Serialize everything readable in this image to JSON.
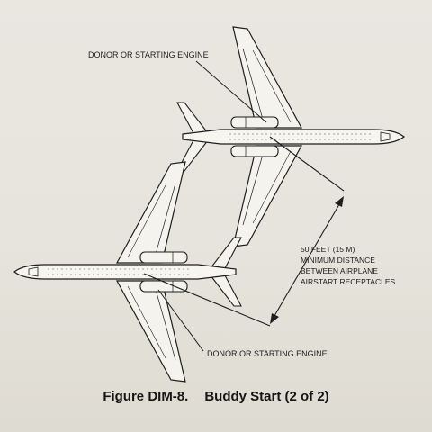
{
  "figure": {
    "number": "Figure DIM-8.",
    "title": "Buddy Start (2 of 2)"
  },
  "labels": {
    "donor_top": "DONOR OR STARTING ENGINE",
    "donor_bottom": "DONOR OR STARTING ENGINE",
    "distance_lines": [
      "50 FEET (15 M)",
      "MINIMUM DISTANCE",
      "BETWEEN AIRPLANE",
      "AIRSTART RECEPTACLES"
    ]
  },
  "colors": {
    "paper": "#e7e5dd",
    "ink": "#1d1d1d"
  }
}
